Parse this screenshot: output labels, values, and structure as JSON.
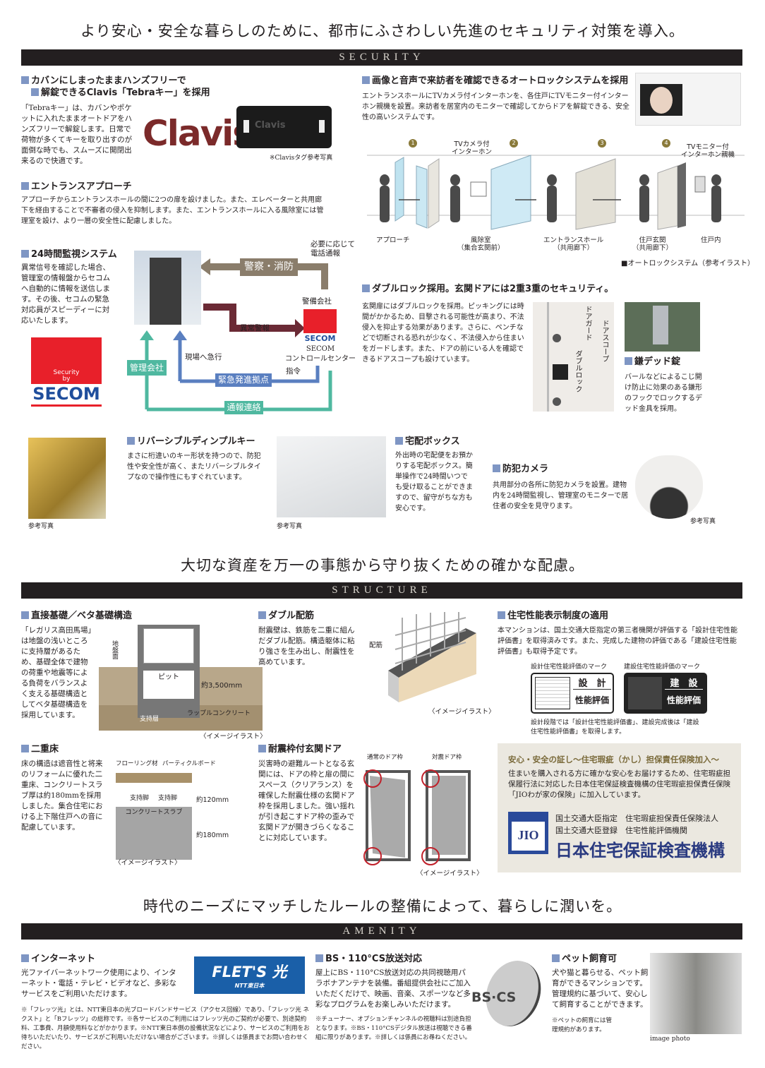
{
  "headlines": [
    "より安心・安全な暮らしのために、都市にふさわしい先進のセキュリティ対策を導入。",
    "大切な資産を万一の事態から守り抜くための確かな配慮。",
    "時代のニーズにマッチしたルールの整備によって、暮らしに潤いを。"
  ],
  "bars": {
    "security": "SECURITY",
    "structure": "STRUCTURE",
    "amenity": "AMENITY"
  },
  "colors": {
    "accent": "#7f96c4",
    "bar": "#231f20",
    "clavis": "#7b2a2a",
    "secom_red": "#e8202a",
    "secom_blue": "#1f4e9c",
    "teal": "#4fb8a0",
    "blue": "#5a7fc0",
    "brown": "#8a7d6b",
    "alarm": "#6b2a35",
    "jio": "#2a3a80"
  },
  "security": {
    "clavis": {
      "heading1": "カバンにしまったままハンズフリーで",
      "heading2": "解錠できるClavis「Tebraキー」を採用",
      "text": "「Tebraキー」は、カバンやポケットに入れたままオートドアをハンズフリーで解錠します。日常で荷物が多くてキーを取り出すのが面倒な時でも、スムーズに開閉出来るので快適です。",
      "logo": "Clavis",
      "tag_logo": "Clavis",
      "caption": "※Clavisタグ参考写真"
    },
    "entrance": {
      "heading": "エントランスアプローチ",
      "text": "アプローチからエントランスホールの間に2つの扉を設けました。また、エレベーターと共用廊下を経由することで不審者の侵入を抑制します。また、エントランスホールに入る風除室には管理室を設け、より一層の安全性に配慮しました。"
    },
    "autolock": {
      "heading": "画像と音声で来訪者を確認できるオートロックシステムを採用",
      "text": "エントランスホールにTVカメラ付インターホンを、各住戸にTVモニター付インターホン親機を設置。来訪者を居室内のモニターで確認してからドアを解錠できる、安全性の高いシステムです。",
      "numbers": [
        "1",
        "2",
        "3",
        "4"
      ],
      "camera_label": [
        "TVカメラ付",
        "インターホン"
      ],
      "monitor_label": [
        "TVモニター付",
        "インターホン親機"
      ],
      "zones": [
        [
          "アプローチ",
          ""
        ],
        [
          "風除室",
          "（集合玄関前）"
        ],
        [
          "エントランスホール",
          "（共用廊下）"
        ],
        [
          "住戸玄関",
          "（共用廊下）"
        ],
        [
          "住戸内",
          ""
        ]
      ],
      "caption": "■オートロックシステム（参考イラスト）"
    },
    "monitoring": {
      "heading": "24時間監視システム",
      "text": "異常信号を確認した場合、管理室の情報盤からセコムへ自動的に情報を送信します。その後、セコムの緊急対応員がスピーディーに対応いたします。",
      "secom_security": "Security",
      "secom_by": "by",
      "secom_name": "SECOM",
      "diagram": {
        "phone_note": [
          "必要に応じて",
          "電話通報"
        ],
        "police": "警察・消防",
        "guard": "警備会社",
        "alarm": "異常警報",
        "rush": "現場へ急行",
        "center": [
          "SECOM",
          "コントロールセンター"
        ],
        "command": "指令",
        "mgmt": "管理会社",
        "dispatch": "緊急発進拠点",
        "report": "通報連絡"
      }
    },
    "doublelock": {
      "heading": "ダブルロック採用。玄関ドアには2重3重のセキュリティ。",
      "text": "玄関扉にはダブルロックを採用。ピッキングには時間がかかるため、目撃される可能性が高まり、不法侵入を抑止する効果があります。さらに、ペンチなどで切断される恐れが少なく、不法侵入から住まいをガードします。また、ドアの前にいる人を確認できるドアスコープも設けています。",
      "labels": {
        "guard": "ドアガード",
        "scope": "ドアスコープ",
        "double": "ダブルロック"
      }
    },
    "deadlock": {
      "heading": "鎌デッド錠",
      "text": "バールなどによるこじ開け防止に効果のある鎌形のフックでロックするデッド金具を採用。"
    },
    "dimple": {
      "heading": "リバーシブルディンプルキー",
      "text": "まさに桁違いのキー形状を持つので、防犯性や安全性が高く、またリバーシブルタイプなので操作性にもすぐれています。",
      "caption": "参考写真"
    },
    "delivery": {
      "heading": "宅配ボックス",
      "text": "外出時の宅配便をお預かりする宅配ボックス。簡単操作で24時間いつでも受け取ることができますので、留守がちな方も安心です。",
      "caption": "参考写真"
    },
    "camera": {
      "heading": "防犯カメラ",
      "text": "共用部分の各所に防犯カメラを設置。建物内を24時間監視し、管理室のモニターで居住者の安全を見守ります。",
      "caption": "参考写真"
    }
  },
  "structure": {
    "foundation": {
      "heading": "直接基礎／ベタ基礎構造",
      "text": "「レガリス高田馬場」は地盤の浅いところに支持層があるため、基礎全体で建物の荷重や地震等による負荷をバランスよく支える基礎構造としてベタ基礎構造を採用しています。",
      "ground": "地盤面",
      "pit": "ピット",
      "depth": "約3,500mm",
      "rubble": "ラップルコンクリート",
      "layer": "支持層",
      "caption": "〈イメージイラスト〉"
    },
    "rebar": {
      "heading": "ダブル配筋",
      "text": "耐震壁は、鉄筋を二重に組んだダブル配筋。構造躯体に粘り強さを生み出し、耐震性を高めています。",
      "label": "配筋",
      "caption": "〈イメージイラスト〉"
    },
    "performance": {
      "heading": "住宅性能表示制度の適用",
      "text": "本マンションは、国土交通大臣指定の第三者機関が評価する「設計住宅性能評価書」を取得済みです。また、完成した建物の評価である「建設住宅性能評価書」も取得予定です。",
      "mark1_label": "設計住宅性能評価のマーク",
      "mark2_label": "建設住宅性能評価のマーク",
      "mark1_top": "設　計",
      "mark2_top": "建　設",
      "mark_bottom": "性能評価",
      "note": "設計段階では「設計住宅性能評価書」、建設完成後は「建設住宅性能評価書」を取得します。"
    },
    "floor": {
      "heading": "二重床",
      "text": "床の構造は遮音性と将来のリフォームに優れた二重床、コンクリートスラブ厚は約180mmを採用しました。集合住宅における上下階住戸への音に配慮しています。",
      "flooring": "フローリング材",
      "board": "パーティクルボード",
      "leg": "支持脚",
      "h1": "約120mm",
      "slab": "コンクリートスラブ",
      "h2": "約180mm",
      "caption": "〈イメージイラスト〉"
    },
    "door": {
      "heading": "耐震枠付玄関ドア",
      "text": "災害時の避難ルートとなる玄関には、ドアの枠と扉の間にスペース（クリアランス）を確保した耐震仕様の玄関ドア枠を採用しました。強い揺れが引き起こすドア枠の歪みで玄関ドアが開きづらくなることに対応しています。",
      "normal": "通常のドア枠",
      "seismic": "対震ドア枠",
      "caption": "〈イメージイラスト〉"
    },
    "jio": {
      "title": "安心・安全の証し〜住宅瑕疵（かし）担保責任保険加入〜",
      "text": "住まいを購入される方に確かな安心をお届けするため、住宅瑕疵担保履行法に対応した日本住宅保証検査機構の住宅瑕疵担保責任保険「JIOわが家の保険」に加入しています。",
      "logo": "JIO",
      "line1": "国土交通大臣指定　住宅瑕疵担保責任保険法人",
      "line2": "国土交通大臣登録　住宅性能評価機関",
      "name": "日本住宅保証検査機構"
    }
  },
  "amenity": {
    "internet": {
      "heading": "インターネット",
      "text": "光ファイバーネットワーク使用により、インターネット・電話・テレビ・ビデオなど、多彩なサービスをご利用いただけます。",
      "logo": "FLET'S 光",
      "logo_sub": "NTT東日本",
      "note": "※「フレッツ光」とは、NTT東日本の光ブロードバンドサービス（アクセス回線）であり、「フレッツ光 ネクスト」と「Bフレッツ」の総称です。※各サービスのご利用にはフレッツ光のご契約が必要で、別途契約料、工事費、月額使用料などがかかります。※NTT東日本側の設備状況などにより、サービスのご利用をお待ちいただいたり、サービスがご利用いただけない場合がございます。※詳しくは係員までお問い合わせください。"
    },
    "bs": {
      "heading": "BS・110°CS放送対応",
      "text": "屋上にBS・110°CS放送対応の共同視聴用パラボナアンテナを装備。番組提供会社にご加入いただくだけで、映画、音楽、スポーツなど多彩なプログラムをお楽しみいただけます。",
      "logo": "BS·CS",
      "note": "※チューナー、オプションチャンネルの視聴料は別途負担となります。※BS・110°CSデジタル放送は視聴できる番組に限りがあります。※詳しくは係員にお尋ねください。"
    },
    "pet": {
      "heading": "ペット飼育可",
      "text": "犬や猫と暮らせる、ペット飼育ができるマンションです。管理規約に基づいて、安心して飼育することができます。",
      "note": "※ペットの飼育には管理規約があります。",
      "caption": "image photo"
    }
  }
}
